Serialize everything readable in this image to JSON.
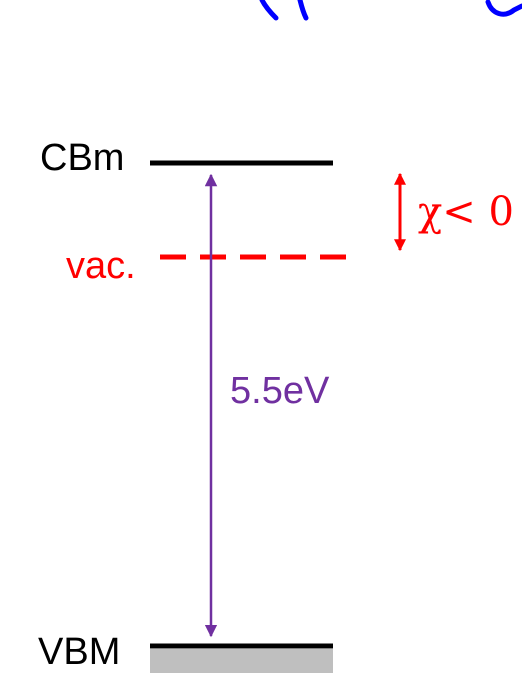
{
  "diagram": {
    "cbm_label": "CBm",
    "vbm_label": "VBM",
    "vac_label": "vac.",
    "gap_label": "5.5eV",
    "chi_symbol": "χ",
    "chi_relation": "< 0"
  },
  "colors": {
    "level": "#000000",
    "vacuum": "#ff0000",
    "gap_arrow": "#7030a0",
    "valence_fill": "#bfbfbf",
    "top_partial": "#0000ff"
  }
}
